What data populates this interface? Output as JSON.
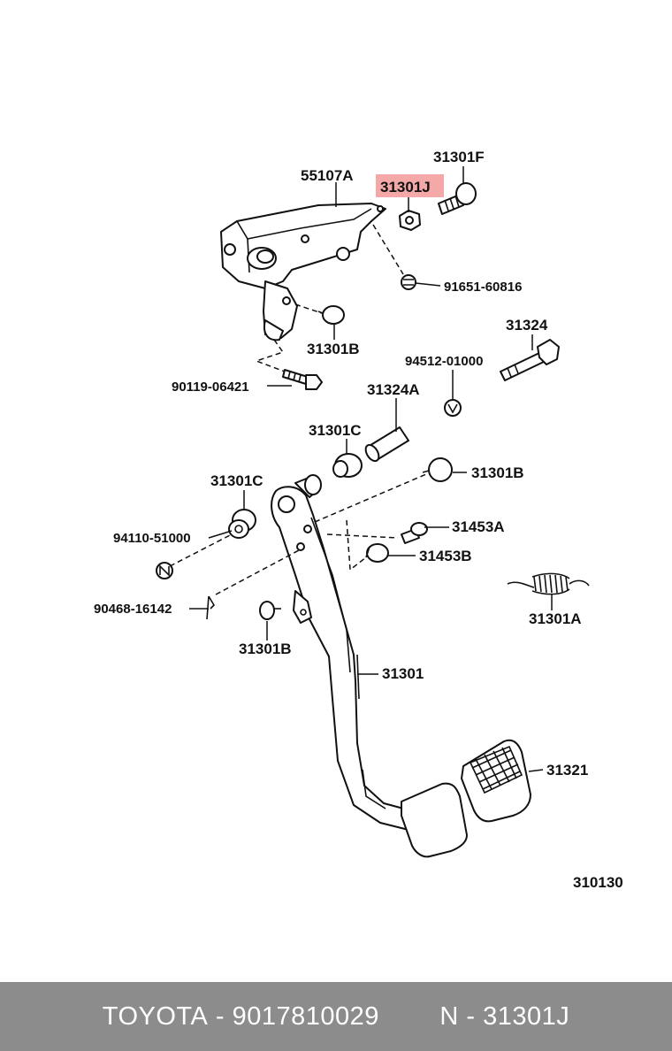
{
  "diagram": {
    "highlight_color": "#f4a9a8",
    "callouts": {
      "c55107A": "55107A",
      "c31301J": "31301J",
      "c31301F": "31301F",
      "c91651": "91651-60816",
      "c31301B_top": "31301B",
      "c90119": "90119-06421",
      "c31324": "31324",
      "c94512": "94512-01000",
      "c31324A": "31324A",
      "c31301C_mid": "31301C",
      "c31301B_mid": "31301B",
      "c31301C_left": "31301C",
      "c31453A": "31453A",
      "c94110": "94110-51000",
      "c31453B": "31453B",
      "c31301A": "31301A",
      "c90468": "90468-16142",
      "c31301B_low": "31301B",
      "c31301": "31301",
      "c31321": "31321",
      "fig": "310130"
    }
  },
  "footer": {
    "brand": "TOYOTA",
    "sep1": " - ",
    "part_number": "9017810029",
    "gap": "        ",
    "prefix": "N",
    "sep2": " - ",
    "ref": "31301J"
  }
}
